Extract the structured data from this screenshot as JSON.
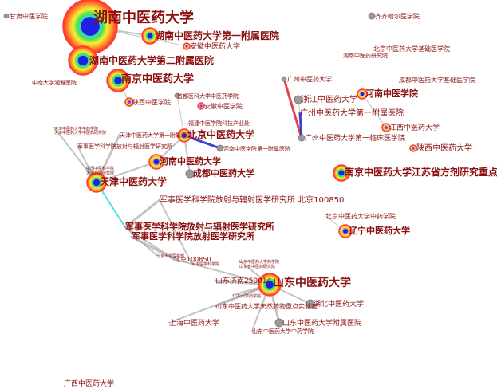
{
  "nodes": [
    {
      "id": "hunan",
      "label": "湖南中医药大学",
      "size": "xl",
      "ring": true
    },
    {
      "id": "hunan1",
      "label": "湖南中医药大学第一附属医院",
      "size": "m",
      "ring": true
    },
    {
      "id": "anhui",
      "label": "安徽中医药大学",
      "size": "s",
      "ring": true
    },
    {
      "id": "gansu",
      "label": "甘肃中医学院",
      "size": "xs",
      "ring": false
    },
    {
      "id": "hunan2",
      "label": "湖南中医药大学第二附属医院",
      "size": "m",
      "ring": true
    },
    {
      "id": "xiangya",
      "label": "中南大学湘雅医院",
      "size": "xs",
      "ring": false
    },
    {
      "id": "nanjing",
      "label": "南京中医药大学",
      "size": "l",
      "ring": true
    },
    {
      "id": "shaanxi",
      "label": "陕西中医学院",
      "size": "s",
      "ring": true
    },
    {
      "id": "shoudu",
      "label": "首都医科大学中医药学院",
      "size": "xs",
      "ring": false
    },
    {
      "id": "anhuiyxy",
      "label": "安徽中医学院",
      "size": "xs",
      "ring": true
    },
    {
      "id": "fujian",
      "label": "福建中医学院科技产业处",
      "size": "xs",
      "ring": false
    },
    {
      "id": "beijingzy",
      "label": "北京中医药大学",
      "size": "m",
      "ring": true
    },
    {
      "id": "henanfy",
      "label": "河南中医学院第一附属医院",
      "size": "xs",
      "ring": false
    },
    {
      "id": "henanzy",
      "label": "河南中医药大学",
      "size": "m",
      "ring": true
    },
    {
      "id": "chengduzy",
      "label": "成都中医药大学",
      "size": "s",
      "ring": false
    },
    {
      "id": "tianjin",
      "label": "天津中医药大学",
      "size": "m",
      "ring": true
    },
    {
      "id": "tianjinfy",
      "label": "天津中医药大学第一附属医院",
      "size": "xs",
      "ring": false
    },
    {
      "id": "junshi1",
      "label": "军事医学科学院放射与辐射医学研究所",
      "size": "xs",
      "ring": false
    },
    {
      "id": "junshi2",
      "label": "军事医学科学院放射与辐射医学研究所 北京100850",
      "size": "s",
      "ring": false
    },
    {
      "id": "junshi3",
      "label": "军事医学科学院放射与辐射医学研究所",
      "size": "m",
      "ring": false
    },
    {
      "id": "junshi4",
      "label": "军事医学科学院放射医学研究所",
      "size": "m",
      "ring": false
    },
    {
      "id": "bj100850",
      "label": "北京100850",
      "size": "xs",
      "ring": false
    },
    {
      "id": "qiqihar",
      "label": "齐齐哈尔医学院",
      "size": "xs",
      "ring": false
    },
    {
      "id": "bjzyjc",
      "label": "北京中医药大学基础医学院",
      "size": "xs",
      "ring": false
    },
    {
      "id": "hunanyyy",
      "label": "湖南中医药研究院",
      "size": "xs",
      "ring": false
    },
    {
      "id": "gzzy",
      "label": "广州中医药大学",
      "size": "xs",
      "ring": false
    },
    {
      "id": "cdzyjc",
      "label": "成都中医药大学基础医学院",
      "size": "xs",
      "ring": false
    },
    {
      "id": "zhejiang",
      "label": "浙江中医药大学",
      "size": "s",
      "ring": false
    },
    {
      "id": "henanzyxy",
      "label": "河南中医学院",
      "size": "m",
      "ring": true
    },
    {
      "id": "gzfy",
      "label": "广州中医药大学第一附属医院",
      "size": "s",
      "ring": false
    },
    {
      "id": "jiangxi",
      "label": "江西中医药大学",
      "size": "s",
      "ring": true
    },
    {
      "id": "gzlc",
      "label": "广州中医药大学第一临床医学院",
      "size": "xs",
      "ring": false
    },
    {
      "id": "shaanxizy",
      "label": "陕西中医药大学",
      "size": "s",
      "ring": true
    },
    {
      "id": "njfj",
      "label": "南京中医药大学江苏省方剂研究重点实验室",
      "size": "m",
      "ring": true
    },
    {
      "id": "bjzyzy",
      "label": "北京中医药大学中药学院",
      "size": "xs",
      "ring": false
    },
    {
      "id": "liaoning",
      "label": "辽宁中医药大学",
      "size": "m",
      "ring": true
    },
    {
      "id": "shandong",
      "label": "山东中医药大学",
      "size": "l",
      "ring": true
    },
    {
      "id": "jinan",
      "label": "山东济南250014",
      "size": "xs",
      "ring": false
    },
    {
      "id": "sdtrp",
      "label": "山东中医药大学天然药物重点实验室",
      "size": "xs",
      "ring": false
    },
    {
      "id": "hubei",
      "label": "湖北中医药大学",
      "size": "s",
      "ring": false
    },
    {
      "id": "shanghai",
      "label": "上海中医药大学",
      "size": "s",
      "ring": false
    },
    {
      "id": "sdfy",
      "label": "山东中医药大学附属医院",
      "size": "s",
      "ring": false
    },
    {
      "id": "sdzyxy",
      "label": "山东中医药大学中药学院",
      "size": "xs",
      "ring": false
    },
    {
      "id": "guangxi",
      "label": "广西中医药大学",
      "size": "s",
      "ring": false
    },
    {
      "id": "t1",
      "label": "天津中医药大学中药学院",
      "size": "xs",
      "ring": false
    },
    {
      "id": "t2",
      "label": "天津中医药大学中医药研究院",
      "size": "xs",
      "ring": false
    },
    {
      "id": "t3",
      "label": "中国中医科学院",
      "size": "xs",
      "ring": false
    },
    {
      "id": "t4",
      "label": "天津药物研究院",
      "size": "xs",
      "ring": false
    },
    {
      "id": "t5",
      "label": "山东中医药大学药学院",
      "size": "xs",
      "ring": false
    },
    {
      "id": "t6",
      "label": "山东省中医药研究院",
      "size": "xs",
      "ring": false
    },
    {
      "id": "t7",
      "label": "山东大学药学院",
      "size": "xs",
      "ring": false
    },
    {
      "id": "t8",
      "label": "北京大学医学部",
      "size": "xs",
      "ring": false
    },
    {
      "id": "t9",
      "label": "军事医学科学院",
      "size": "xs",
      "ring": false
    }
  ],
  "colors": {
    "label": "#8b1010",
    "edge_gray": "#aaaaaa",
    "edge_cyan": "#40e0d0",
    "edge_red": "#e23030",
    "edge_blue": "#2a2ad8"
  }
}
